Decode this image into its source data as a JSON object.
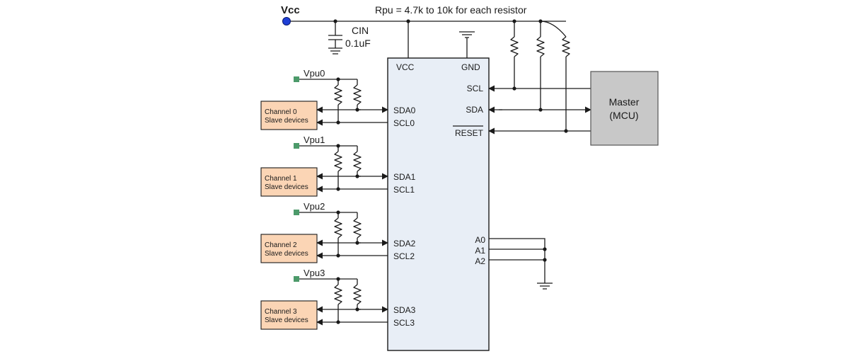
{
  "supply": {
    "vcc_label": "Vcc",
    "note": "Rpu = 4.7k to 10k for each resistor"
  },
  "capacitor": {
    "name": "CIN",
    "value": "0.1uF"
  },
  "chip": {
    "vcc_pin": "VCC",
    "gnd_pin": "GND",
    "scl_pin": "SCL",
    "sda_pin": "SDA",
    "reset_pin": "RESET",
    "addr_pins": [
      "A0",
      "A1",
      "A2"
    ]
  },
  "master": {
    "line1": "Master",
    "line2": "(MCU)"
  },
  "channels": [
    {
      "vpu": "Vpu0",
      "sda": "SDA0",
      "scl": "SCL0",
      "line1": "Channel 0",
      "line2": "Slave devices"
    },
    {
      "vpu": "Vpu1",
      "sda": "SDA1",
      "scl": "SCL1",
      "line1": "Channel 1",
      "line2": "Slave devices"
    },
    {
      "vpu": "Vpu2",
      "sda": "SDA2",
      "scl": "SCL2",
      "line1": "Channel 2",
      "line2": "Slave devices"
    },
    {
      "vpu": "Vpu3",
      "sda": "SDA3",
      "scl": "SCL3",
      "line1": "Channel 3",
      "line2": "Slave devices"
    }
  ],
  "colors": {
    "chip_fill": "#e8eef6",
    "slave_fill": "#fbd5b5",
    "master_fill": "#c8c8c8",
    "vcc_node": "#1f3fd6",
    "vpu_node": "#4c9a6a"
  }
}
